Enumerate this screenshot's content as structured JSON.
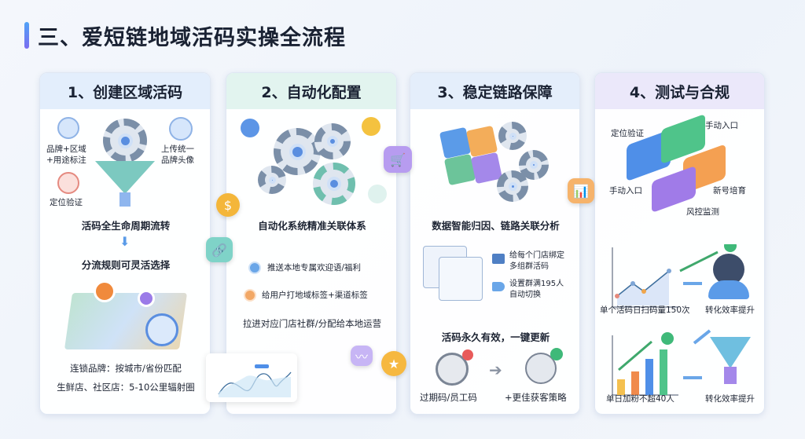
{
  "title": "三、爱短链地域活码实操全流程",
  "cards": [
    {
      "heading": "1、创建区域活码",
      "labels": {
        "brand_region": "品牌+区域\n+用途标注",
        "upload_avatar": "上传统一\n品牌头像",
        "locate": "定位验证"
      },
      "lifecycle": "活码全生命周期流转",
      "rules": "分流规则可灵活选择",
      "chain": "连锁品牌：按城市/省份匹配",
      "fresh": "生鲜店、社区店：5-10公里辐射圈"
    },
    {
      "heading": "2、自动化配置",
      "system": "自动化系统精准关联体系",
      "items": [
        "推送本地专属欢迎语/福利",
        "给用户打地域标签+渠道标签"
      ],
      "pull": "拉进对应门店社群/分配给本地运营"
    },
    {
      "heading": "3、稳定链路保障",
      "analysis": "数据智能归因、链路关联分析",
      "bind": "给每个门店绑定\n多组群活码",
      "switch": "设置群满195人\n自动切换",
      "permanent": "活码永久有效，一键更新",
      "expired": "过期码/员工码",
      "better": "+更佳获客策略"
    },
    {
      "heading": "4、测试与合规",
      "blocks": {
        "locate": "定位验证",
        "manual_top": "手动入口",
        "manual_left": "手动入口",
        "nurture": "新号培育",
        "risk": "风控监测"
      },
      "scan": "单个活码日扫码量150次",
      "conv1": "转化效率提升",
      "add": "单日加粉不超40人",
      "conv2": "转化效率提升"
    }
  ],
  "colors": {
    "head1": "#e3eefc",
    "head2": "#e2f4ef",
    "head3": "#e4eefb",
    "head4": "#ebe8fa",
    "accent": "#4f8fe8"
  }
}
